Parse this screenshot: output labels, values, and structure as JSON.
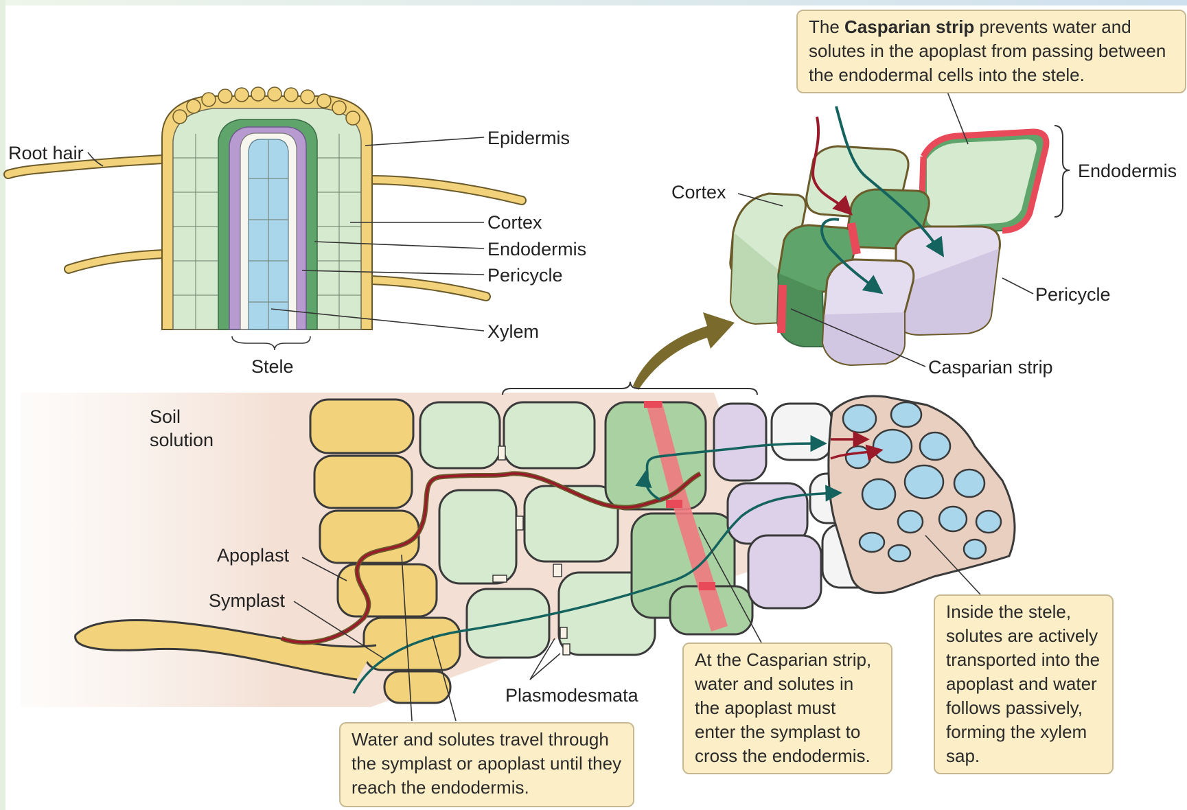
{
  "root_section": {
    "labels": {
      "root_hair": "Root hair",
      "epidermis": "Epidermis",
      "cortex": "Cortex",
      "endodermis": "Endodermis",
      "pericycle": "Pericycle",
      "xylem": "Xylem",
      "stele": "Stele"
    }
  },
  "endodermis_detail": {
    "callout": {
      "prefix": "The ",
      "bold": "Casparian strip",
      "suffix": " prevents water and solutes in the apoplast from passing between the endodermal cells into the stele."
    },
    "labels": {
      "cortex": "Cortex",
      "endodermis": "Endodermis",
      "pericycle": "Pericycle",
      "casparian_strip": "Casparian strip"
    }
  },
  "pathway": {
    "labels": {
      "soil_solution_line1": "Soil",
      "soil_solution_line2": "solution",
      "apoplast": "Apoplast",
      "symplast": "Symplast",
      "plasmodesmata": "Plasmodesmata"
    },
    "callouts": {
      "travel": "Water and solutes travel through the symplast or apoplast until they reach the endodermis.",
      "casparian": "At the Casparian strip, water and solutes in the apoplast must enter the symplast to cross the endodermis.",
      "stele": "Inside the stele, solutes are actively transported into the apoplast and water follows passively, forming the xylem sap."
    }
  },
  "colors": {
    "epidermis": "#f2d27a",
    "cortex": "#d6ead0",
    "endodermis": "#5fa56b",
    "pericycle": "#b79ad0",
    "xylem": "#a9d6ea",
    "casparian_strip": "#e94a5a",
    "apoplast_path": "#9b1a2a",
    "symplast_path": "#14635f",
    "callout_bg": "#fcefc8",
    "arrow": "#7a6a2c"
  }
}
